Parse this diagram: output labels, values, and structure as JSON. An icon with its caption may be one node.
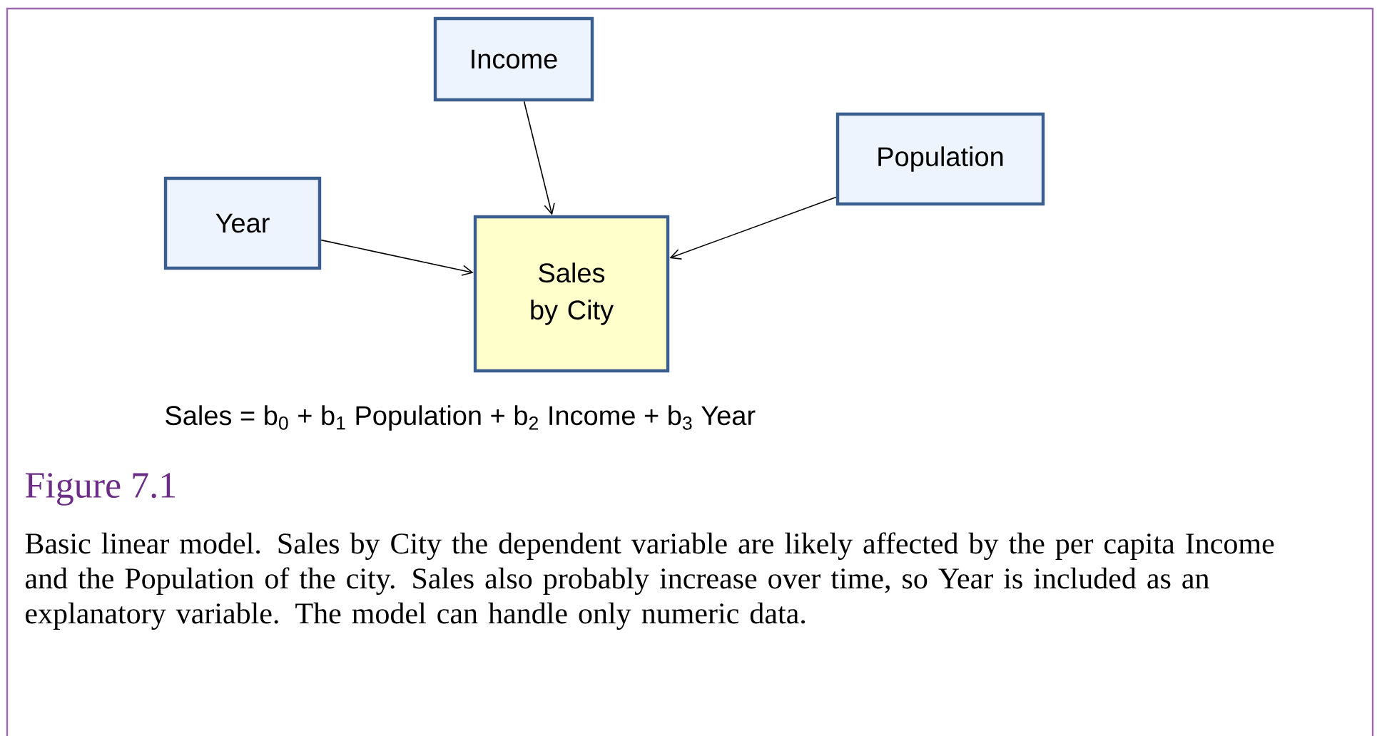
{
  "diagram": {
    "title": "Figure 7.1",
    "caption": "Basic linear model. Sales by City the dependent variable are likely affected by the per capita Income and the Population of the city. Sales also probably increase over time, so Year is included as an explanatory variable. The model can handle only numeric data.",
    "nodes": [
      {
        "text": [
          "Income"
        ]
      },
      {
        "text": [
          "Population"
        ]
      },
      {
        "text": [
          "Year"
        ]
      },
      {
        "text": [
          "Sales by City"
        ]
      }
    ],
    "edges": [
      {
        "from": 0,
        "to": 3,
        "arrow": "to"
      },
      {
        "from": 1,
        "to": 3,
        "arrow": "to"
      },
      {
        "from": 2,
        "to": 3,
        "arrow": "to"
      }
    ],
    "labels": [
      "Sales = b$_{0}$ + b$_{1}$ Population + b$_{2}$ Income + b$_{3}$ Year"
    ]
  }
}
